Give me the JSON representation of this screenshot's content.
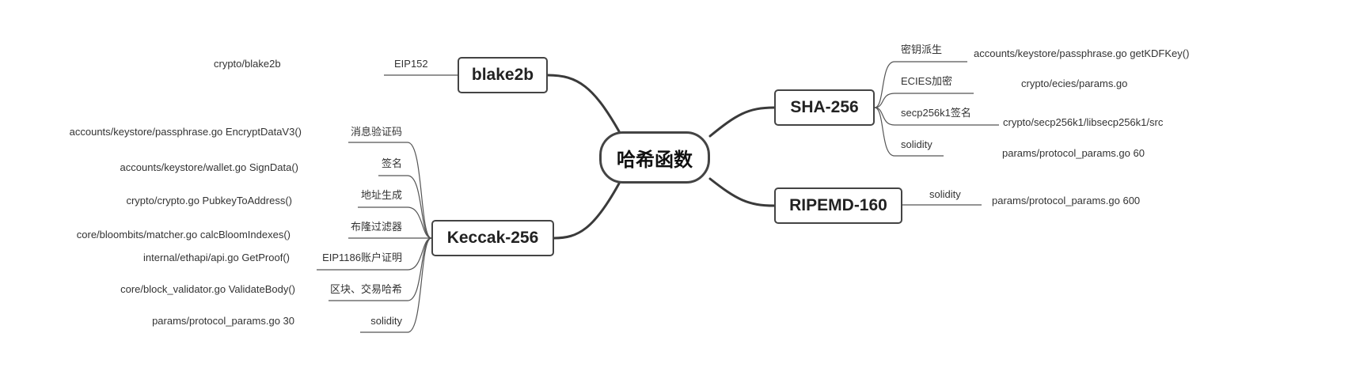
{
  "root": "哈希函数",
  "branches": {
    "blake2b": {
      "title": "blake2b",
      "items": [
        {
          "label": "EIP152",
          "detail": "crypto/blake2b"
        }
      ]
    },
    "keccak": {
      "title": "Keccak-256",
      "items": [
        {
          "label": "消息验证码",
          "detail": "accounts/keystore/passphrase.go EncryptDataV3()"
        },
        {
          "label": "签名",
          "detail": "accounts/keystore/wallet.go  SignData()"
        },
        {
          "label": "地址生成",
          "detail": "crypto/crypto.go  PubkeyToAddress()"
        },
        {
          "label": "布隆过滤器",
          "detail": "core/bloombits/matcher.go  calcBloomIndexes()"
        },
        {
          "label": "EIP1186账户证明",
          "detail": "internal/ethapi/api.go  GetProof()"
        },
        {
          "label": "区块、交易哈希",
          "detail": "core/block_validator.go  ValidateBody()"
        },
        {
          "label": "solidity",
          "detail": "params/protocol_params.go  30"
        }
      ]
    },
    "sha256": {
      "title": "SHA-256",
      "items": [
        {
          "label": "密钥派生",
          "detail": "accounts/keystore/passphrase.go  getKDFKey()"
        },
        {
          "label": "ECIES加密",
          "detail": "crypto/ecies/params.go"
        },
        {
          "label": "secp256k1签名",
          "detail": "crypto/secp256k1/libsecp256k1/src"
        },
        {
          "label": "solidity",
          "detail": "params/protocol_params.go  60"
        }
      ]
    },
    "ripemd": {
      "title": "RIPEMD-160",
      "items": [
        {
          "label": "solidity",
          "detail": "params/protocol_params.go  600"
        }
      ]
    }
  }
}
